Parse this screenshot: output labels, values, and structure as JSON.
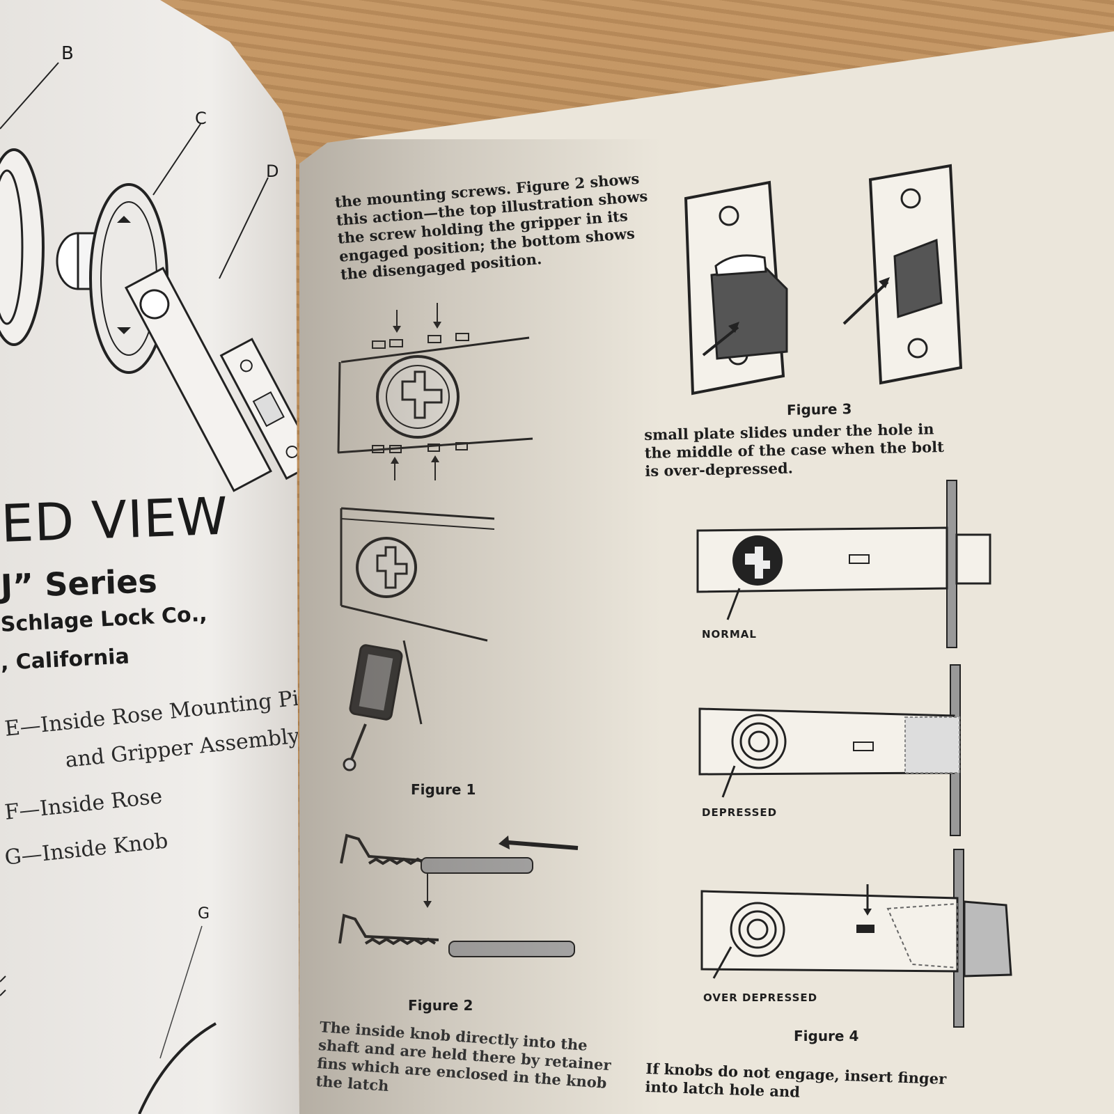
{
  "left_page": {
    "callouts": [
      "B",
      "C",
      "D",
      "G"
    ],
    "title": "ED VIEW",
    "series": "J” Series",
    "company": "Schlage Lock Co.,",
    "location": ", California",
    "parts": [
      {
        "letter": "E",
        "text": "E—Inside Rose Mounting Pin"
      },
      {
        "letter": "",
        "text": "and Gripper Assembly"
      },
      {
        "letter": "F",
        "text": "F—Inside Rose"
      },
      {
        "letter": "G",
        "text": "G—Inside Knob"
      }
    ]
  },
  "right_page": {
    "intro_lines": [
      "the mounting screws. Figure 2 shows",
      "this action—the top illustration shows",
      "the screw holding the gripper in its",
      "engaged position; the bottom shows",
      "the disengaged position."
    ],
    "figure1_caption": "Figure 1",
    "figure2_caption": "Figure 2",
    "figure3_caption": "Figure 3",
    "figure4_caption": "Figure 4",
    "fig3_text_lines": [
      "small plate slides under the hole in",
      "the middle of the case when the bolt",
      "is over-depressed."
    ],
    "fig4_labels": {
      "normal": "NORMAL",
      "depressed": "DEPRESSED",
      "over_depressed": "OVER DEPRESSED"
    },
    "bottom_left_lines": [
      "The inside knob directly into the",
      "shaft and are held there by retainer",
      "fins which are enclosed in the knob",
      "the latch"
    ],
    "bottom_right_lines": [
      "If knobs do not engage, insert finger",
      "into latch hole and"
    ]
  }
}
